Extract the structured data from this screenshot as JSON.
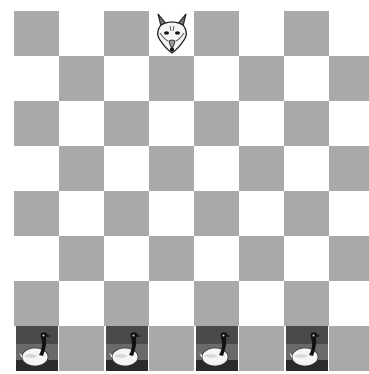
{
  "board": {
    "rows": 8,
    "cols": 8,
    "colors": {
      "dark": "#a9a9a9",
      "light": "#ffffff"
    },
    "pieces": [
      {
        "kind": "fox",
        "icon": "fox-icon",
        "row": 0,
        "col": 3
      },
      {
        "kind": "goose",
        "icon": "goose-icon",
        "row": 7,
        "col": 0
      },
      {
        "kind": "goose",
        "icon": "goose-icon",
        "row": 7,
        "col": 2
      },
      {
        "kind": "goose",
        "icon": "goose-icon",
        "row": 7,
        "col": 4
      },
      {
        "kind": "goose",
        "icon": "goose-icon",
        "row": 7,
        "col": 6
      }
    ]
  }
}
